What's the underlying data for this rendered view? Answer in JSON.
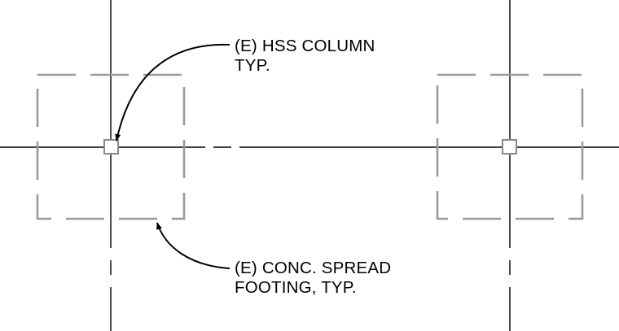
{
  "drawing": {
    "colors": {
      "linework": "#000000",
      "existing_hidden": "#9a9a9a",
      "background": "#ffffff"
    },
    "labels": {
      "column": [
        "(E) HSS COLUMN",
        "TYP."
      ],
      "footing": [
        "(E) CONC. SPREAD",
        "FOOTING, TYP."
      ]
    }
  }
}
